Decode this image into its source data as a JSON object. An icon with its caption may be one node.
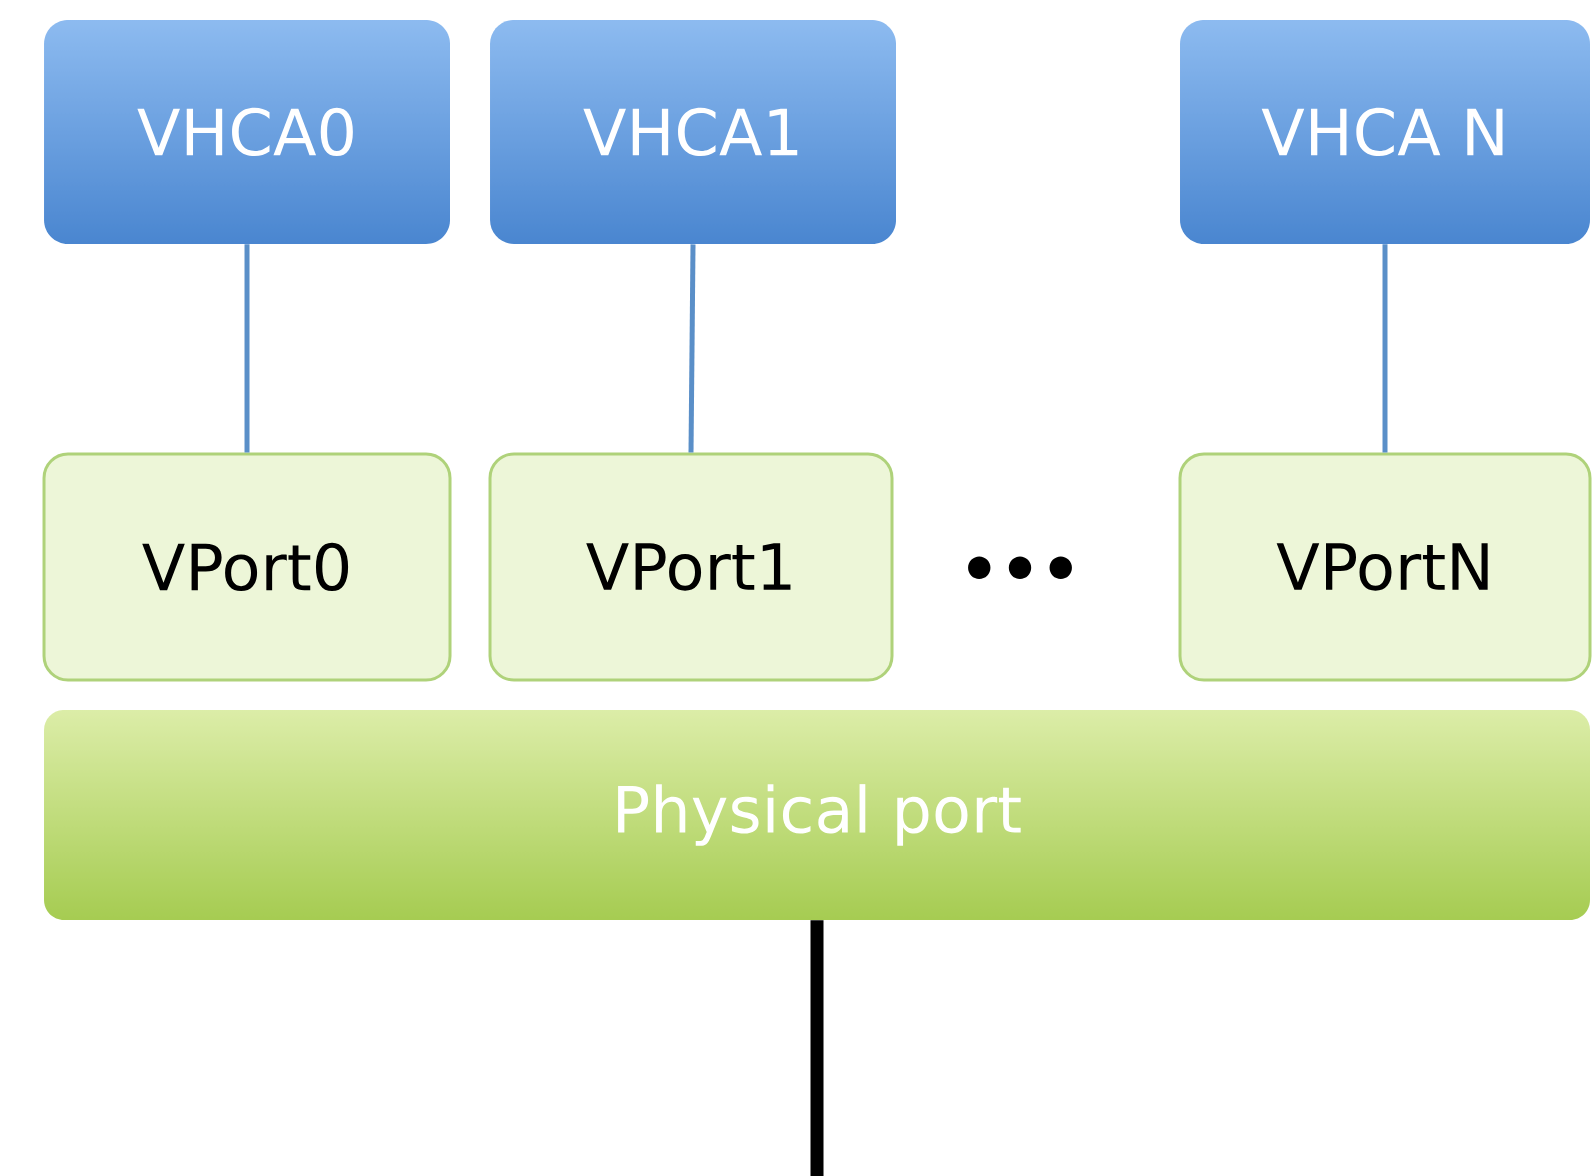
{
  "diagram": {
    "nodes": [
      {
        "text": [
          "VHCA0"
        ]
      },
      {
        "text": [
          "VHCA1"
        ]
      },
      {
        "text": [
          "VHCA N"
        ]
      },
      {
        "text": [
          "VPort0"
        ]
      },
      {
        "text": [
          "VPort1"
        ]
      },
      {
        "text": [
          "VPortN"
        ]
      },
      {
        "text": [
          "Physical port"
        ]
      }
    ],
    "edges": [
      {
        "from": 0,
        "to": 3,
        "arrow": "none"
      },
      {
        "from": 1,
        "to": 4,
        "arrow": "none"
      },
      {
        "from": 2,
        "to": 5,
        "arrow": "none"
      },
      {
        "from": 6,
        "to": null,
        "arrow": "none",
        "style": "thick",
        "color": "#000000"
      }
    ],
    "labels": [
      "•••"
    ]
  }
}
